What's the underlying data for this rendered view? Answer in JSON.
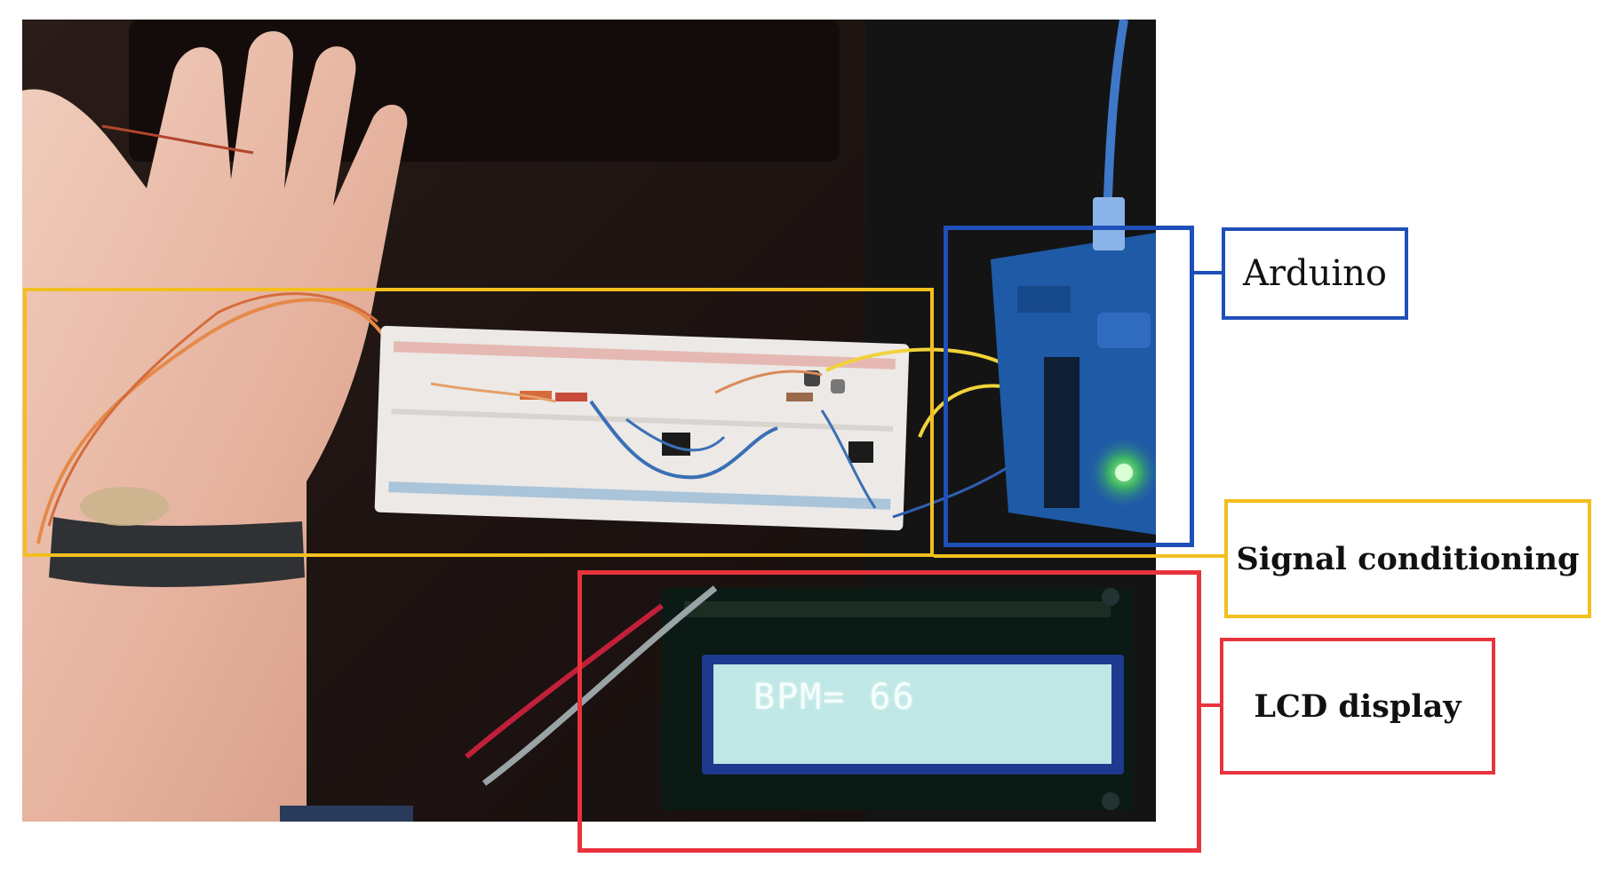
{
  "labels": {
    "arduino": "Arduino",
    "signal_conditioning": "Signal conditioning",
    "lcd_display": "LCD display"
  },
  "lcd": {
    "text": "BPM= 66"
  },
  "colors": {
    "arduino_box": "#1f4fb8",
    "signal_box": "#f2bf1e",
    "lcd_box": "#e8333d",
    "lcd_screen": "#bfe7e6",
    "breadboard": "#ece9e6",
    "arduino_board": "#1f5aa6",
    "skin": "#e7b8a4",
    "wristband": "#2f3134"
  }
}
